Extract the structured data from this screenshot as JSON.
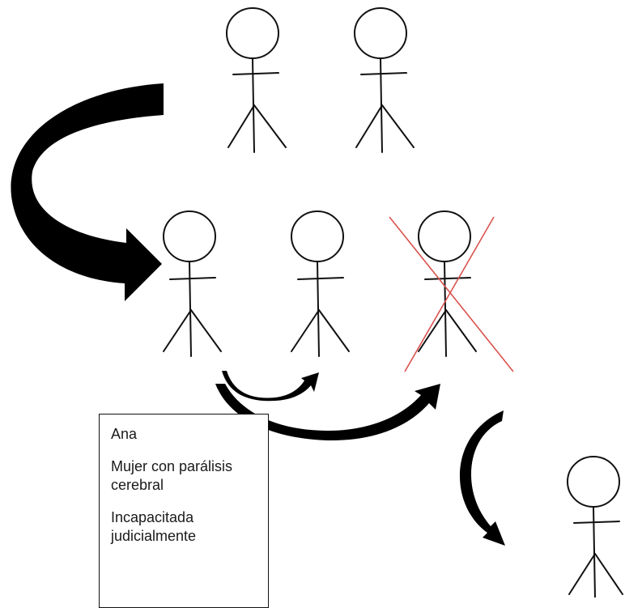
{
  "info_card": {
    "name": "Ana",
    "line1": "Mujer con parálisis cerebral",
    "line2": "Incapacitada judicialmente"
  },
  "colors": {
    "figure": "#111111",
    "cross": "#d9534f",
    "arrow": "#000000"
  }
}
